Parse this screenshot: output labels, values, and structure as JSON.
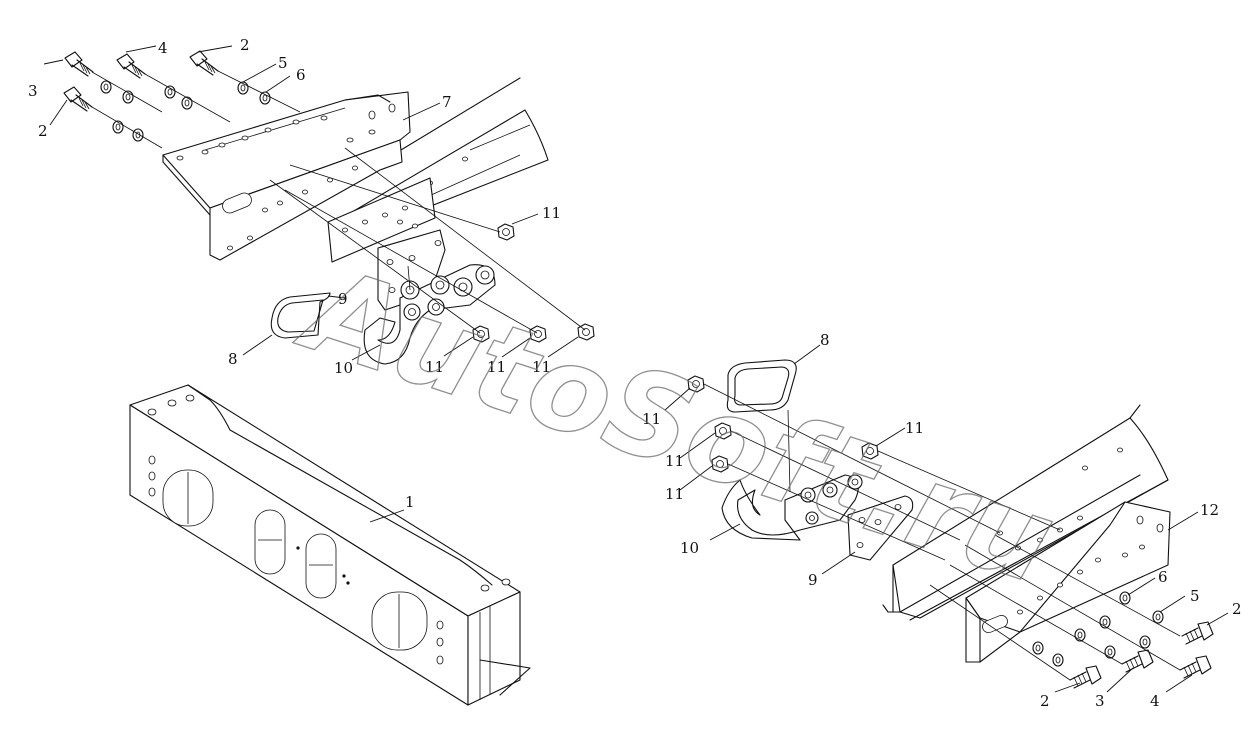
{
  "watermark": "AutoSoft.ru",
  "callouts": [
    {
      "id": "c-1",
      "text": "1"
    },
    {
      "id": "c-2a",
      "text": "2"
    },
    {
      "id": "c-2b",
      "text": "2"
    },
    {
      "id": "c-2c",
      "text": "2"
    },
    {
      "id": "c-2d",
      "text": "2"
    },
    {
      "id": "c-3a",
      "text": "3"
    },
    {
      "id": "c-3b",
      "text": "3"
    },
    {
      "id": "c-4a",
      "text": "4"
    },
    {
      "id": "c-4b",
      "text": "4"
    },
    {
      "id": "c-5a",
      "text": "5"
    },
    {
      "id": "c-5b",
      "text": "5"
    },
    {
      "id": "c-6a",
      "text": "6"
    },
    {
      "id": "c-6b",
      "text": "6"
    },
    {
      "id": "c-7",
      "text": "7"
    },
    {
      "id": "c-8a",
      "text": "8"
    },
    {
      "id": "c-8b",
      "text": "8"
    },
    {
      "id": "c-9a",
      "text": "9"
    },
    {
      "id": "c-9b",
      "text": "9"
    },
    {
      "id": "c-10a",
      "text": "10"
    },
    {
      "id": "c-10b",
      "text": "10"
    },
    {
      "id": "c-11a",
      "text": "11"
    },
    {
      "id": "c-11b",
      "text": "11"
    },
    {
      "id": "c-11c",
      "text": "11"
    },
    {
      "id": "c-11d",
      "text": "11"
    },
    {
      "id": "c-11e",
      "text": "11"
    },
    {
      "id": "c-11f",
      "text": "11"
    },
    {
      "id": "c-11g",
      "text": "11"
    },
    {
      "id": "c-11h",
      "text": "11"
    },
    {
      "id": "c-12",
      "text": "12"
    }
  ]
}
